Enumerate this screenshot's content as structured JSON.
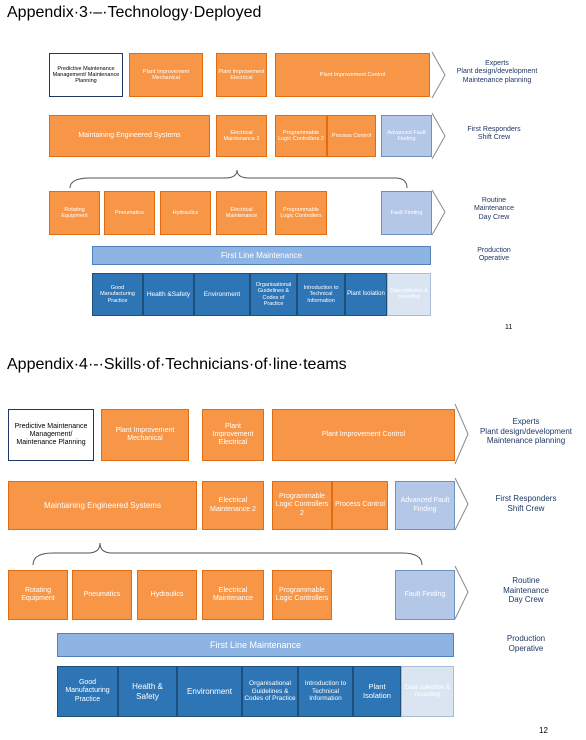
{
  "appendix3": {
    "title": "Appendix·3·–·Technology·Deployed",
    "boxes": {
      "predictive": "Predictive Maintenance Management/ Maintenance Planning",
      "plant_mech": "Plant Improvement Mechanical",
      "plant_elec": "Plant Improvement Electrical",
      "plant_ctrl": "Plant Improvement Control",
      "mes": "Maintaining Engineered Systems",
      "elec_maint2": "Electrical Maintenance 2",
      "plc2": "Programmable Logic Controllers 2",
      "process_ctrl": "Process Control",
      "adv_fault": "Advanced Fault Finding",
      "rotating": "Rotating Equipment",
      "pneumatics": "Pneumatics",
      "hydraulics": "Hydraulics",
      "elec_maint": "Electrical Maintenance",
      "plc": "Programmable Logic Controllers",
      "fault": "Fault Finding",
      "flm": "First Line Maintenance",
      "gmp": "Good Manufacturing Practice",
      "hs": "Health &Safety",
      "env": "Environment",
      "org": "Organisational Guidelines & Codes of Practice",
      "intro": "Introduction to Technical Information",
      "iso": "Plant Isolation",
      "data": "Data collection & recording"
    },
    "side": {
      "experts": "Experts",
      "plant_design": "Plant design/development",
      "planning": "Maintenance planning",
      "first_resp": "First Responders",
      "shift": "Shift Crew",
      "routine": "Routine",
      "maintenance": "Maintenance",
      "day": "Day Crew",
      "production": "Production",
      "operative": "Operative"
    },
    "page": "11"
  },
  "appendix4": {
    "title": "Appendix·4·-·Skills·of·Technicians·of·line·teams",
    "boxes": {
      "predictive": "Predictive Maintenance Management/ Maintenance Planning",
      "plant_mech": "Plant Improvement Mechanical",
      "plant_elec": "Plant Improvement Electrical",
      "plant_ctrl": "Plant Improvement Control",
      "mes": "Maintaining Engineered Systems",
      "elec_maint2": "Electrical Maintenance 2",
      "plc2": "Programmable Logic Controllers 2",
      "process_ctrl": "Process Control",
      "adv_fault": "Advanced Fault Finding",
      "rotating": "Rotating Equipment",
      "pneumatics": "Pneumatics",
      "hydraulics": "Hydraulics",
      "elec_maint": "Electrical Maintenance",
      "plc": "Programmable Logic Controllers",
      "fault": "Fault Finding",
      "flm": "First Line Maintenance",
      "gmp": "Good Manufacturing Practice",
      "hs": "Health & Safety",
      "env": "Environment",
      "org": "Organisational Guidelines & Codes of Practice",
      "intro": "Introduction to Technical Information",
      "iso": "Plant Isolation",
      "data": "Data collection & recording"
    },
    "side": {
      "experts": "Experts",
      "plant_design": "Plant design/development",
      "planning": "Maintenance planning",
      "first_resp": "First Responders",
      "shift": "Shift Crew",
      "routine": "Routine",
      "maintenance": "Maintenance",
      "day": "Day Crew",
      "production": "Production",
      "operative": "Operative"
    },
    "page": "12"
  },
  "colors": {
    "orange": "#f79646",
    "light_blue": "#b4c7e7",
    "dark_blue": "#2e75b6",
    "pale_blue": "#dbe5f1"
  }
}
